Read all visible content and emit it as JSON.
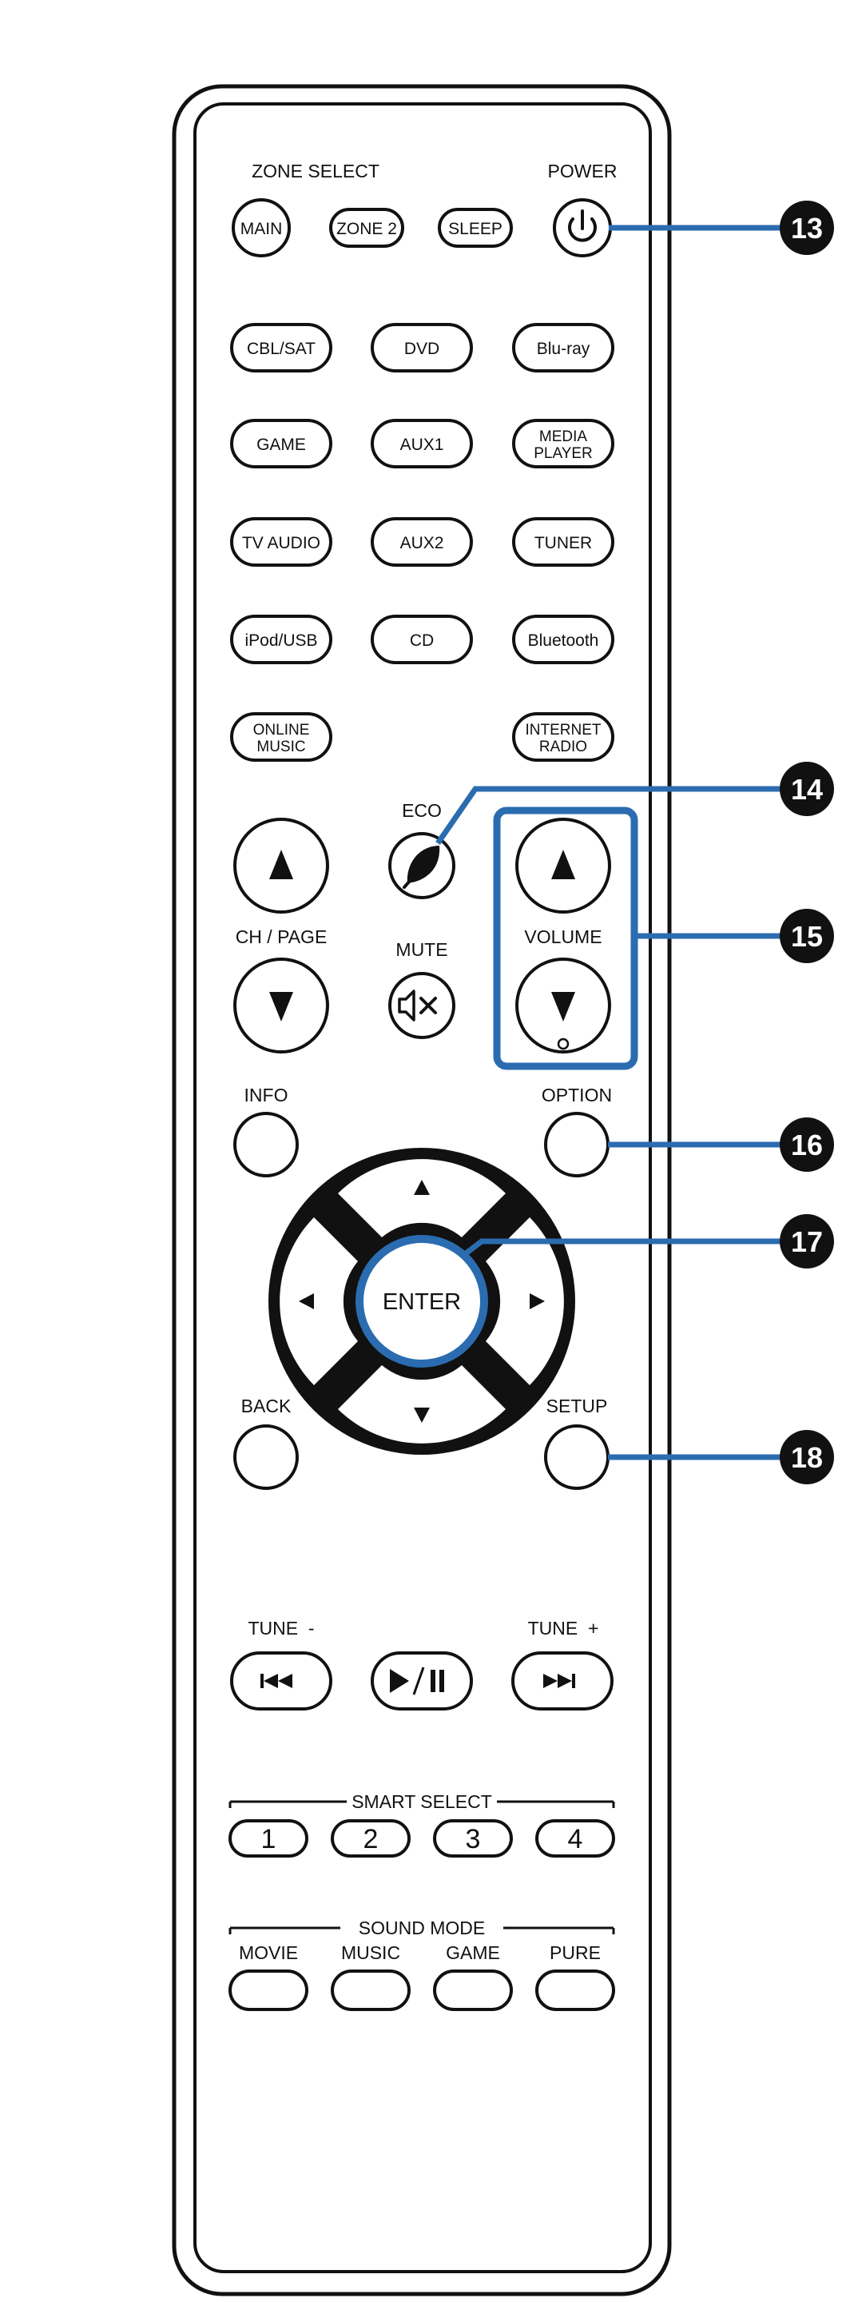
{
  "colors": {
    "outline": "#111111",
    "accent": "#2b6cb0",
    "background": "#ffffff",
    "dpad": "#111111",
    "callout_bg": "#111111",
    "callout_text": "#ffffff"
  },
  "labels": {
    "zone_select": "ZONE SELECT",
    "power": "POWER",
    "eco": "ECO",
    "ch_page": "CH / PAGE",
    "mute": "MUTE",
    "volume": "VOLUME",
    "info": "INFO",
    "option": "OPTION",
    "back": "BACK",
    "setup": "SETUP",
    "tune_minus": "TUNE  -",
    "tune_plus": "TUNE  +",
    "smart_select": "SMART SELECT",
    "sound_mode": "SOUND MODE"
  },
  "top_buttons": {
    "main": "MAIN",
    "zone2": "ZONE 2",
    "sleep": "SLEEP"
  },
  "source_rows": [
    [
      "CBL/SAT",
      "DVD",
      "Blu-ray"
    ],
    [
      "GAME",
      "AUX1",
      "MEDIA|PLAYER"
    ],
    [
      "TV AUDIO",
      "AUX2",
      "TUNER"
    ],
    [
      "iPod/USB",
      "CD",
      "Bluetooth"
    ],
    [
      "ONLINE|MUSIC",
      "",
      "INTERNET|RADIO"
    ]
  ],
  "enter": "ENTER",
  "smart_select_buttons": [
    "1",
    "2",
    "3",
    "4"
  ],
  "sound_mode_buttons": [
    "MOVIE",
    "MUSIC",
    "GAME",
    "PURE"
  ],
  "icons": {
    "power": "power-icon",
    "eco": "leaf-icon",
    "mute": "mute-icon",
    "ch_up": "triangle-up-icon",
    "ch_down": "triangle-down-icon",
    "vol_up": "triangle-up-icon",
    "vol_down": "triangle-down-icon",
    "dpad_up": "arrow-up-icon",
    "dpad_down": "arrow-down-icon",
    "dpad_left": "arrow-left-icon",
    "dpad_right": "arrow-right-icon",
    "prev": "skip-back-icon",
    "play_pause": "play-pause-icon",
    "next": "skip-forward-icon"
  },
  "callouts": [
    "13",
    "14",
    "15",
    "16",
    "17",
    "18"
  ]
}
